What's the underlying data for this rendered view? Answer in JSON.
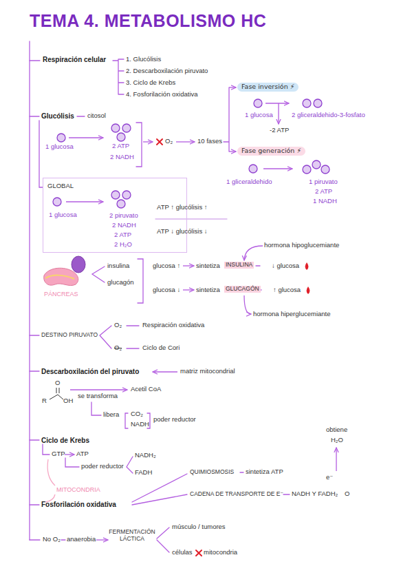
{
  "diagram": {
    "title": "TEMA 4. METABOLISMO HC",
    "nodes": [
      {
        "text": [
          "Fase inversión ⚡"
        ]
      },
      {
        "text": [
          "Fase generación ⚡"
        ]
      },
      {
        "text": [
          "GLOBAL",
          "1 glucosa",
          "2 piruvato",
          "2 NADH",
          "2 ATP",
          "2 H₂O"
        ]
      }
    ],
    "labels": [
      "Respiración celular",
      "1. Glucólisis",
      "2. Descarboxilación piruvato",
      "3. Ciclo de Krebs",
      "4. Fosforilación oxidativa",
      "Glucólisis",
      "citosol",
      "1 glucosa",
      "2 ATP",
      "2 NADH",
      "O₂",
      "10 fases",
      "1 glucosa",
      "2 gliceraldehido-3-fosfato",
      "-2 ATP",
      "1 gliceraldehido",
      "1 piruvato",
      "2 ATP",
      "1 NADH",
      "ATP ↑ glucólisis ↑",
      "ATP ↓ glucólisis ↓",
      "PÁNCREAS",
      "insulina",
      "glucagón",
      "glucosa ↑",
      "sintetiza",
      "INSULINA",
      "↓ glucosa",
      "hormona hipoglucemiante",
      "glucosa ↓",
      "sintetiza",
      "GLUCAGÓN",
      "↑ glucosa",
      "hormona hiperglucemiante",
      "DESTINO PIRUVATO",
      "O₂",
      "Respiración oxidativa",
      "O₂",
      "Ciclo de Cori",
      "Descarboxilación del piruvato",
      "matriz mitocondrial",
      "O",
      "R",
      "OH",
      "se transforma",
      "Acetil CoA",
      "libera",
      "CO₂",
      "NADH",
      "poder reductor",
      "Ciclo de Krebs",
      "GTP",
      "ATP",
      "poder reductor",
      "NADH₂",
      "FADH",
      "MITOCONDRIA",
      "Fosforilación oxidativa",
      "QUIMIOSMOSIS",
      "sintetiza ATP",
      "CADENA DE TRANSPORTE DE E⁻",
      "NADH Y FADH₂",
      "O",
      "e⁻",
      "obtiene",
      "H₂O",
      "No O₂",
      "anaerobia",
      "FERMENTACIÓN LÁCTICA",
      "músculo / tumores",
      "células",
      "mitocondria"
    ]
  }
}
